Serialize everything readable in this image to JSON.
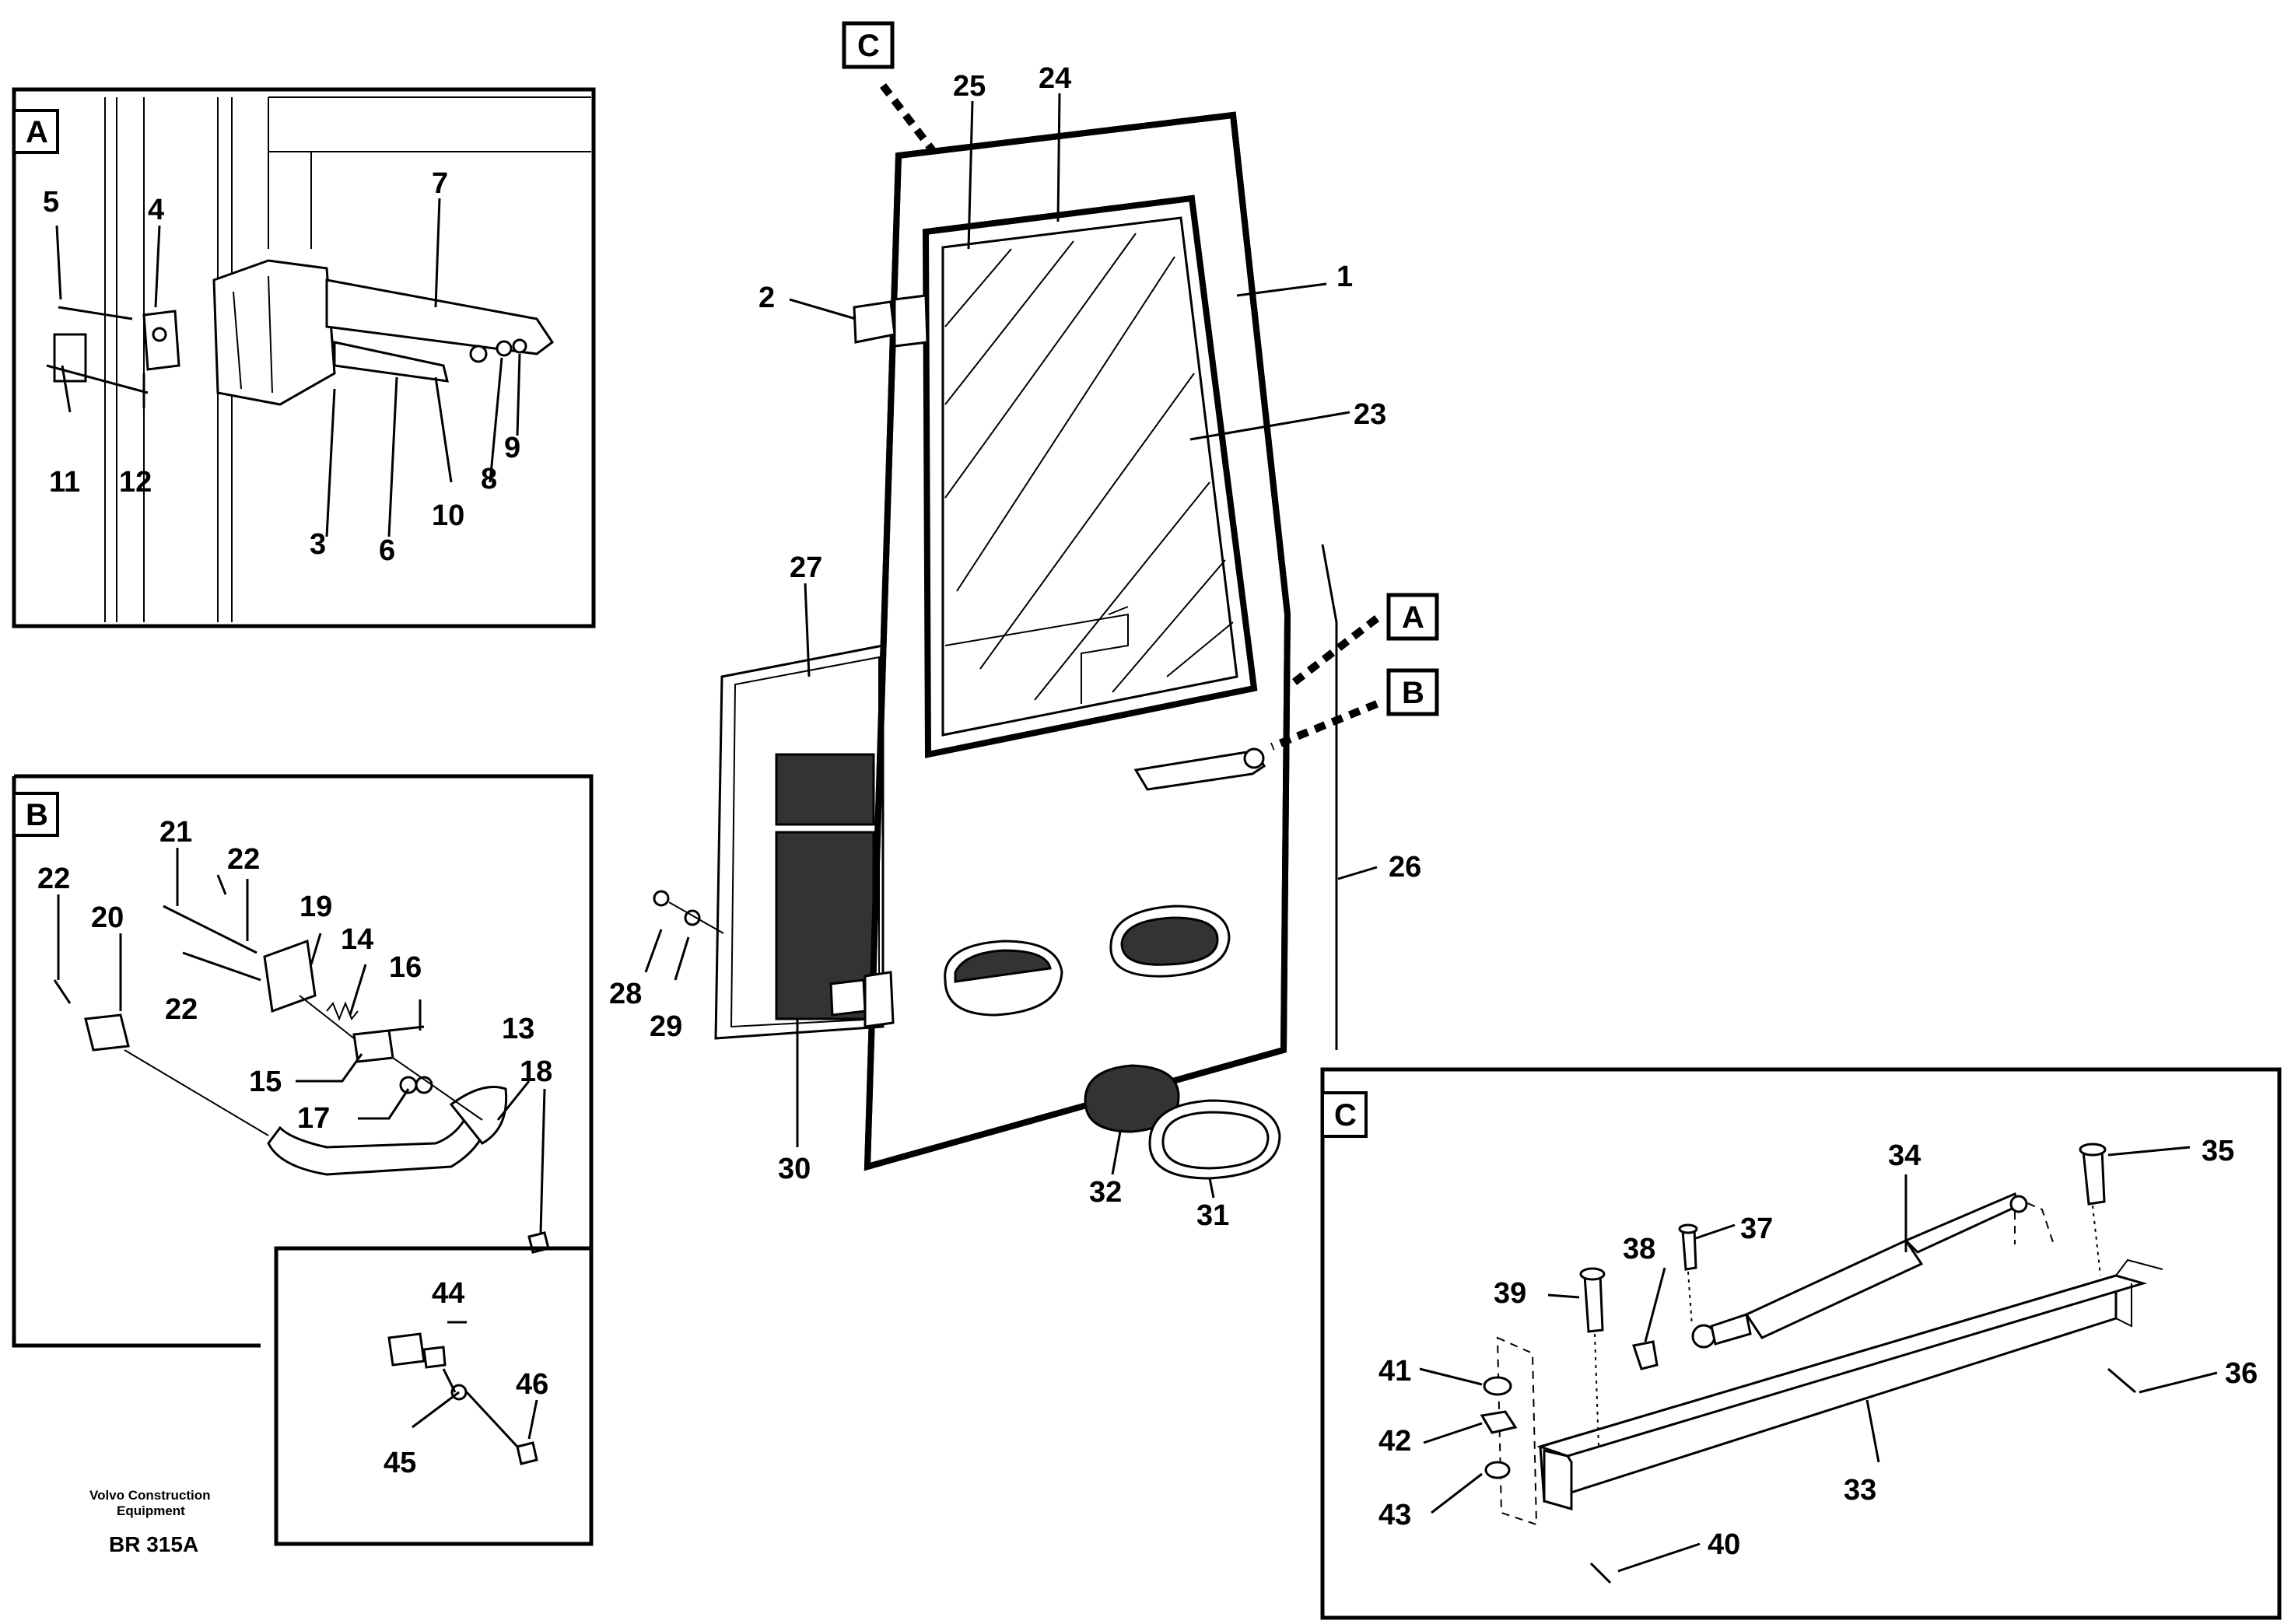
{
  "inset_tags": {
    "a": "A",
    "b": "B",
    "c": "C"
  },
  "callouts": {
    "p1": "1",
    "p2": "2",
    "p3": "3",
    "p4": "4",
    "p5": "5",
    "p6": "6",
    "p7": "7",
    "p8": "8",
    "p9": "9",
    "p10": "10",
    "p11": "11",
    "p12": "12",
    "p13": "13",
    "p14": "14",
    "p15": "15",
    "p16": "16",
    "p17": "17",
    "p18": "18",
    "p19": "19",
    "p20": "20",
    "p21": "21",
    "p22": "22",
    "p23": "23",
    "p24": "24",
    "p25": "25",
    "p26": "26",
    "p27": "27",
    "p28": "28",
    "p29": "29",
    "p30": "30",
    "p31": "31",
    "p32": "32",
    "p33": "33",
    "p34": "34",
    "p35": "35",
    "p36": "36",
    "p37": "37",
    "p38": "38",
    "p39": "39",
    "p40": "40",
    "p41": "41",
    "p42": "42",
    "p43": "43",
    "p44": "44",
    "p45": "45",
    "p46": "46"
  },
  "footer": {
    "company_line1": "Volvo Construction",
    "company_line2": "Equipment",
    "drawing_ref": "BR 315A"
  }
}
